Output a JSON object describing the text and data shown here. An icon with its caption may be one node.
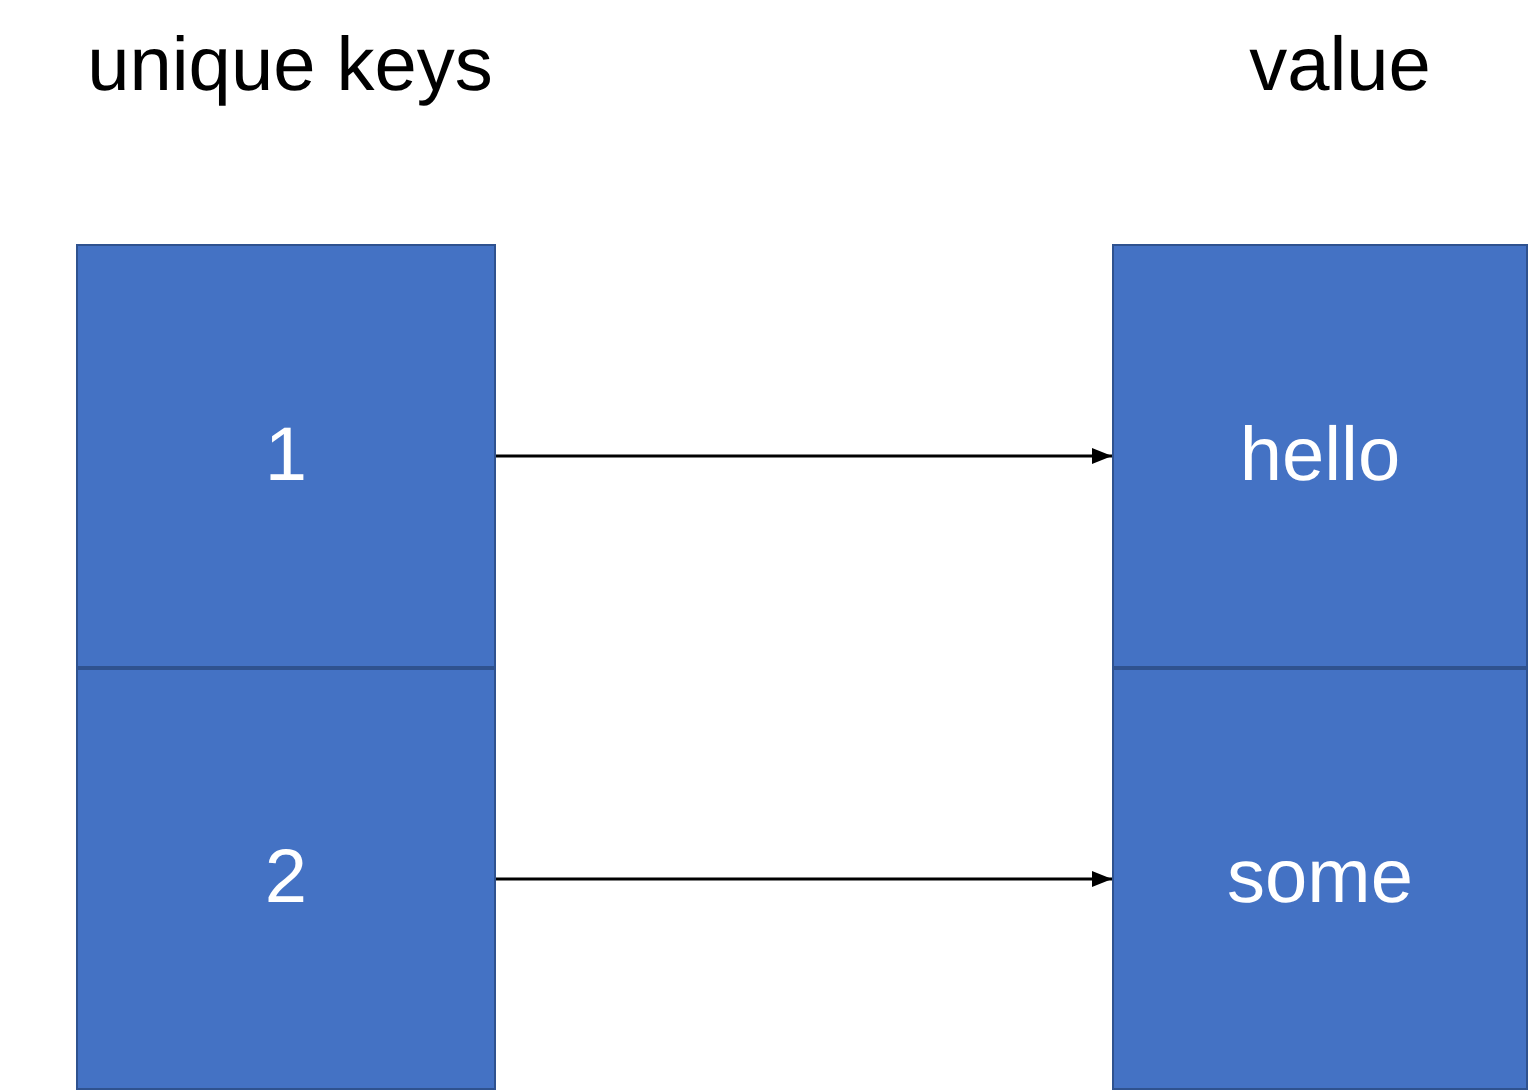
{
  "diagram": {
    "nodes": [
      {
        "text": [
          "1"
        ]
      },
      {
        "text": [
          "2"
        ]
      },
      {
        "text": [
          "hello"
        ]
      },
      {
        "text": [
          "some"
        ]
      }
    ],
    "edges": [
      {
        "from": 0,
        "to": 2,
        "arrow": "to"
      },
      {
        "from": 1,
        "to": 3,
        "arrow": "to"
      }
    ],
    "labels": [
      "unique keys",
      "value"
    ]
  }
}
